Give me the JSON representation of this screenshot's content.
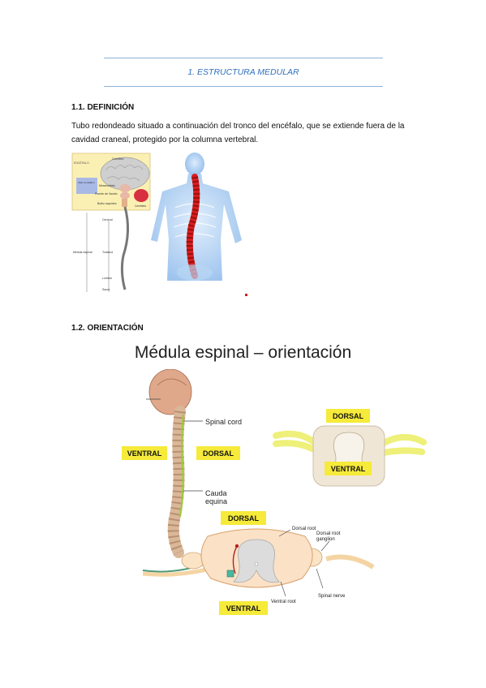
{
  "header": {
    "section_title": "1. ESTRUCTURA MEDULAR"
  },
  "definition": {
    "heading": "1.1. DEFINICIÓN",
    "line1": "Tubo redondeado situado a continuación del tronco del encéfalo, que se extiende fuera de la",
    "line2": "cavidad craneal, protegido por la columna vertebral."
  },
  "brain_figure": {
    "labels": {
      "cerebro": "Cerebro",
      "encefalo": "ENCÉFALO",
      "tallo": "Tallo encefálico",
      "mesencefalo": "Mesencéfalo",
      "puente": "Puente de Varolio",
      "bulbo": "Bulbo raquídeo",
      "cerebelo": "Cerebelo",
      "cervical": "Cervical",
      "toracica": "Torácica",
      "medula": "Médula espinal",
      "lumbar": "Lumbar",
      "sacra": "Sacra"
    }
  },
  "orientation": {
    "heading": "1.2. ORIENTACIÓN",
    "figure_title": "Médula espinal – orientación",
    "labels": {
      "spinal_cord": "Spinal cord",
      "ventral_left": "VENTRAL",
      "dorsal_left": "DORSAL",
      "cauda1": "Cauda",
      "cauda2": "equina",
      "dorsal_top": "DORSAL",
      "ventral_right": "VENTRAL",
      "dorsal_center": "DORSAL",
      "dorsal_root": "Dorsal root",
      "ganglion1": "Dorsal root",
      "ganglion2": "ganglion",
      "spinal_nerve": "Spinal nerve",
      "ventral_root": "Ventral root",
      "ventral_bottom": "VENTRAL"
    }
  },
  "colors": {
    "accent_blue": "#2e6fbd",
    "rule_blue": "#8fb3dc",
    "label_yellow": "#f6ea3a",
    "cord_red": "#d81e1e"
  }
}
